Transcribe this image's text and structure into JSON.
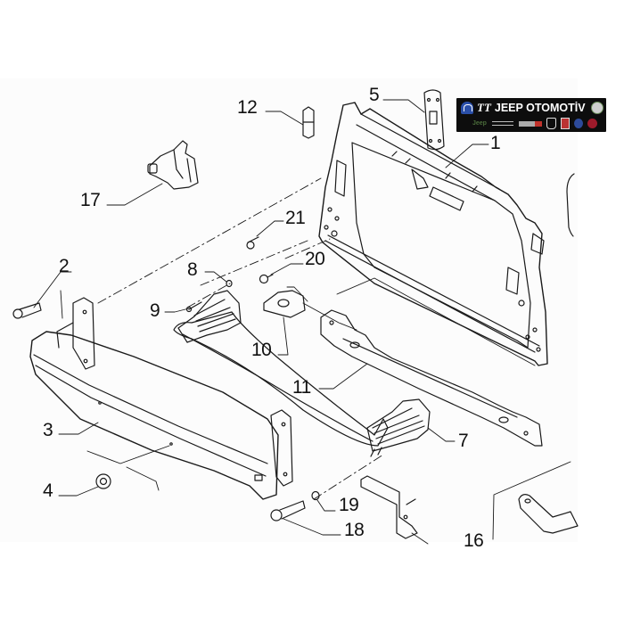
{
  "diagram": {
    "type": "exploded-parts-diagram",
    "subject": "Front end carrier / bumper reinforcement assembly",
    "callouts": [
      {
        "id": "1",
        "label": "1"
      },
      {
        "id": "2",
        "label": "2"
      },
      {
        "id": "3",
        "label": "3"
      },
      {
        "id": "4",
        "label": "4"
      },
      {
        "id": "5",
        "label": "5"
      },
      {
        "id": "7",
        "label": "7"
      },
      {
        "id": "8",
        "label": "8"
      },
      {
        "id": "9",
        "label": "9"
      },
      {
        "id": "10",
        "label": "10"
      },
      {
        "id": "11",
        "label": "11"
      },
      {
        "id": "12",
        "label": "12"
      },
      {
        "id": "16",
        "label": "16"
      },
      {
        "id": "17",
        "label": "17"
      },
      {
        "id": "18",
        "label": "18"
      },
      {
        "id": "19",
        "label": "19"
      },
      {
        "id": "20",
        "label": "20"
      },
      {
        "id": "21",
        "label": "21"
      }
    ]
  },
  "banner": {
    "logo_text": "TT",
    "title": "JEEP OTOMOTİV",
    "brand_icons": [
      "mopar-icon",
      "alfa-romeo-icon",
      "jeep-icon",
      "chrysler-icon",
      "dodge-icon",
      "ram-icon",
      "abarth-icon",
      "lancia-icon",
      "fiat-icon"
    ],
    "jeep_text": "Jeep",
    "background": "#0d0d0d",
    "text_color": "#ffffff"
  },
  "colors": {
    "line": "#1a1a1a",
    "panel": "#fcfcfc",
    "page": "#ffffff"
  }
}
